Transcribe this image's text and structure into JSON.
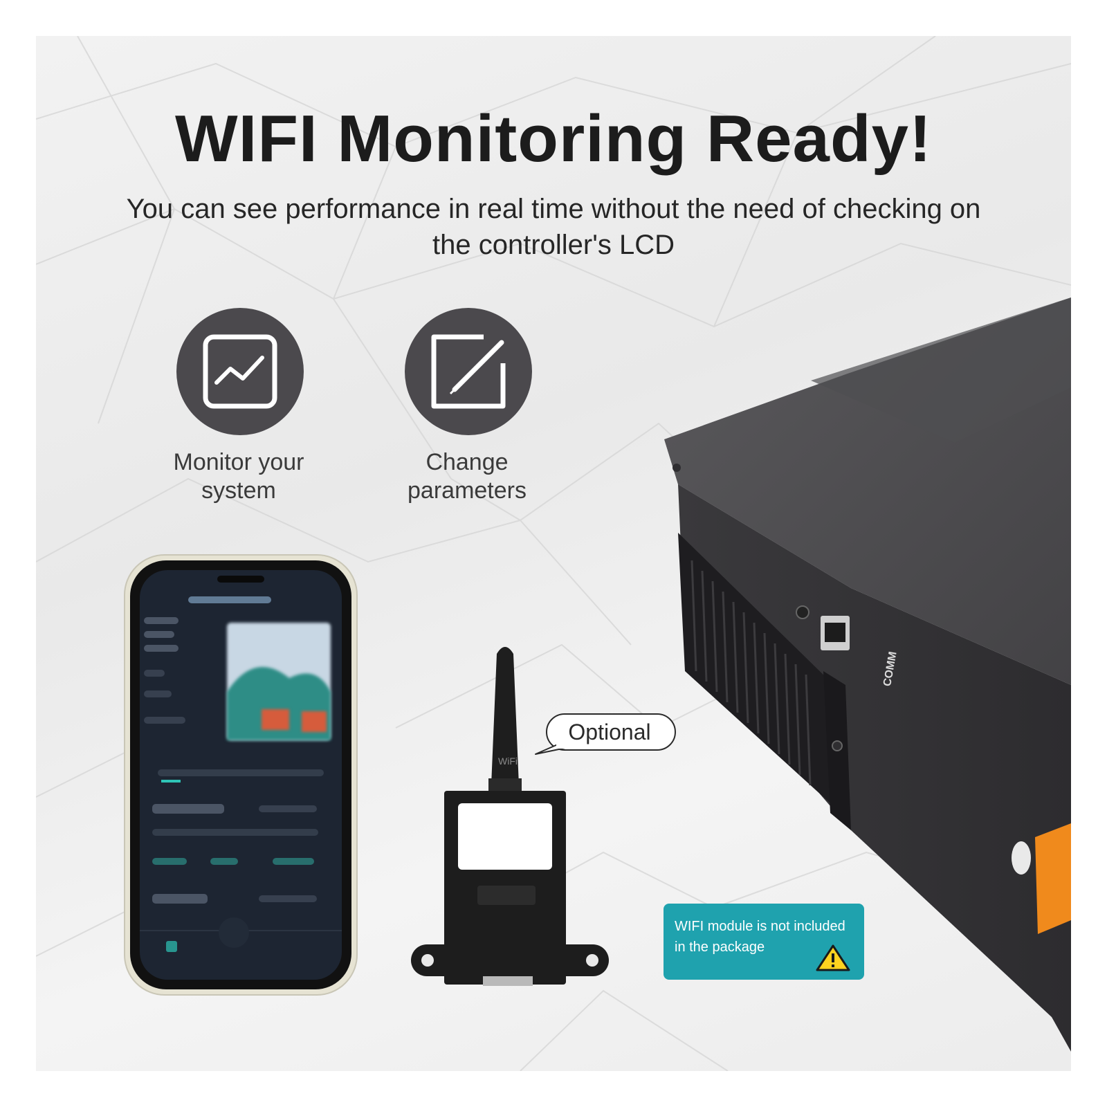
{
  "header": {
    "title": "WIFI Monitoring Ready!",
    "subtitle": "You can see performance in real time without the need of checking on the controller's LCD"
  },
  "features": [
    {
      "icon": "chart-icon",
      "label_line1": "Monitor your",
      "label_line2": "system"
    },
    {
      "icon": "edit-icon",
      "label_line1": "Change",
      "label_line2": "parameters"
    }
  ],
  "module": {
    "callout": "Optional",
    "antenna_text": "WiFi"
  },
  "device": {
    "port_label": "COMM"
  },
  "notice": {
    "text": "WIFI module is not included in the package",
    "icon": "warning-icon"
  },
  "colors": {
    "icon_circle": "#4b494d",
    "notice_bg": "#1fa2ae",
    "device_body": "#4a4a4c",
    "device_accent": "#f08a1c"
  }
}
